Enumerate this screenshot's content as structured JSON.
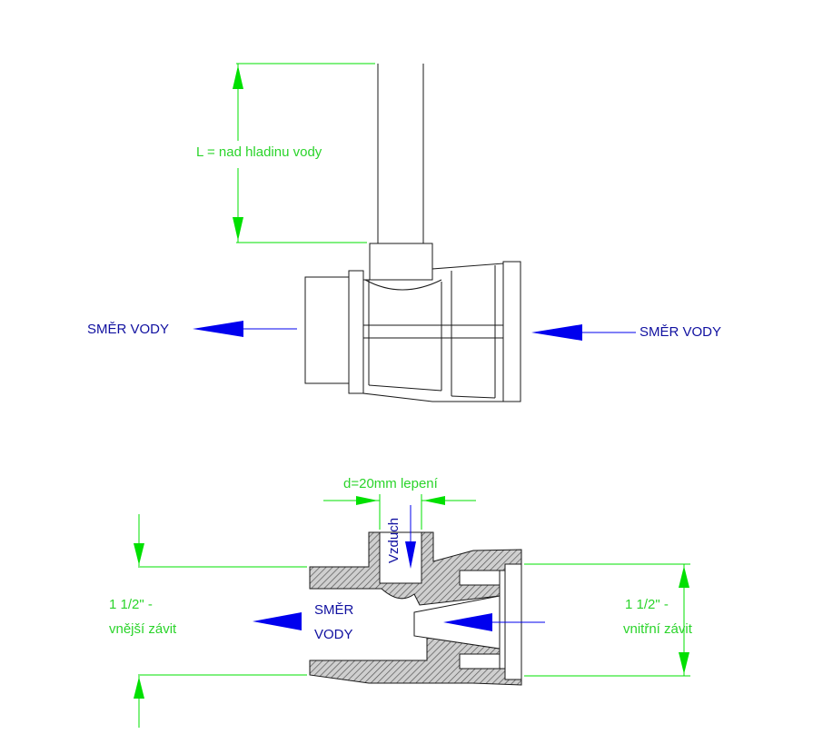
{
  "colors": {
    "dimension": "#00e000",
    "flow_arrow": "#0000ee",
    "flow_text": "#1010a0",
    "outline": "#1a1a1a",
    "hatch": "#666666"
  },
  "top_view": {
    "length_label": "L = nad hladinu vody",
    "flow_left_label": "SMĚR VODY",
    "flow_right_label": "SMĚR VODY"
  },
  "section_view": {
    "diameter_label": "d=20mm lepení",
    "air_label": "Vzduch",
    "flow_label_line1": "SMĚR",
    "flow_label_line2": "VODY",
    "left_thread_line1": "1 1/2\" -",
    "left_thread_line2": "vnější závit",
    "right_thread_line1": "1 1/2\" -",
    "right_thread_line2": "vnitřní závit"
  }
}
